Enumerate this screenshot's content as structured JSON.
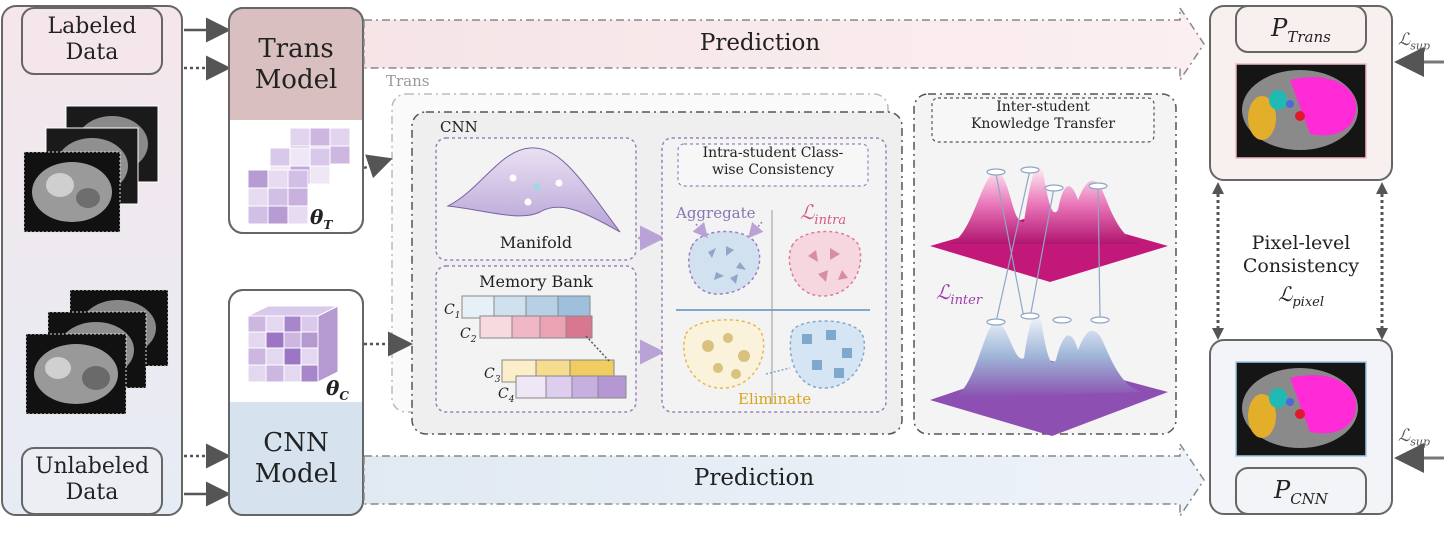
{
  "data_panel": {
    "labeled": "Labeled\nData",
    "unlabeled": "Unlabeled\nData"
  },
  "trans_model": {
    "title": "Trans\nModel",
    "param": "θ",
    "param_sub": "T"
  },
  "cnn_model": {
    "title": "CNN\nModel",
    "param": "θ",
    "param_sub": "C"
  },
  "prediction_top": "Prediction",
  "prediction_bottom": "Prediction",
  "trans_region_label": "Trans",
  "cnn_region_label": "CNN",
  "manifold_label": "Manifold",
  "memory_bank": {
    "title": "Memory Bank",
    "rows": [
      {
        "c": "C",
        "sub": "1"
      },
      {
        "c": "C",
        "sub": "2"
      },
      {
        "c": "C",
        "sub": "3"
      },
      {
        "c": "C",
        "sub": "4"
      }
    ]
  },
  "intra": {
    "title": "Intra-student Class-\nwise Consistency",
    "aggregate": "Aggregate",
    "eliminate": "Eliminate",
    "loss": "ℒ",
    "loss_sub": "intra"
  },
  "inter": {
    "title": "Inter-student\nKnowledge Transfer",
    "loss": "ℒ",
    "loss_sub": "inter"
  },
  "outputs": {
    "p_trans": "P",
    "p_trans_sub": "Trans",
    "p_cnn": "P",
    "p_cnn_sub": "CNN",
    "sup_top": "ℒ",
    "sup_top_sub": "sup",
    "sup_bottom": "ℒ",
    "sup_bottom_sub": "sup",
    "pixel_title": "Pixel-level\nConsistency",
    "pixel_loss": "ℒ",
    "pixel_loss_sub": "pixel"
  },
  "colors": {
    "trans_header": "#d9bfc0",
    "cnn_header": "#d6e3ef",
    "pink_arrow": "#f7e6e8",
    "blue_arrow": "#e6edf5",
    "purple": "#9b7fc0",
    "gold": "#e8b84a",
    "pink": "#e07a95",
    "blue": "#7fa8cc"
  }
}
